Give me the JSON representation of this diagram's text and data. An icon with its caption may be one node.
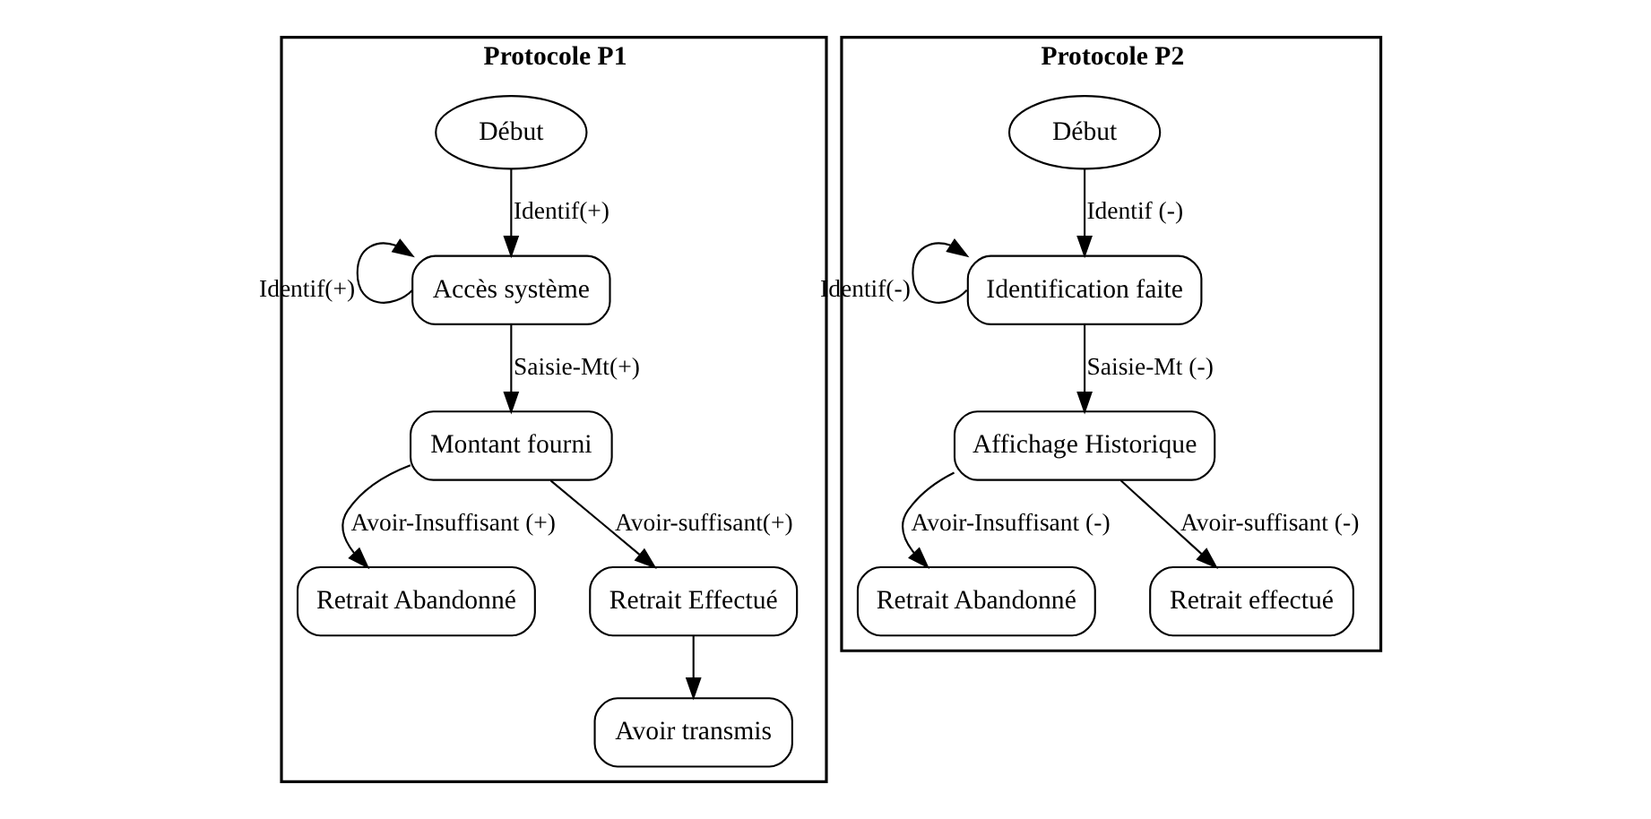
{
  "diagram": {
    "nodes": [
      {
        "text": [
          "Protocole P1"
        ]
      },
      {
        "text": [
          "Début"
        ],
        "in": 0
      },
      {
        "text": [
          "Accès système"
        ],
        "in": 0
      },
      {
        "text": [
          "Montant fourni"
        ],
        "in": 0
      },
      {
        "text": [
          "Retrait Abandonné"
        ],
        "in": 0
      },
      {
        "text": [
          "Retrait Effectué"
        ],
        "in": 0
      },
      {
        "text": [
          "Avoir transmis"
        ],
        "in": 0
      },
      {
        "text": [
          "Protocole P2"
        ]
      },
      {
        "text": [
          "Début"
        ],
        "in": 7
      },
      {
        "text": [
          "Identification faite"
        ],
        "in": 7
      },
      {
        "text": [
          "Affichage Historique"
        ],
        "in": 7
      },
      {
        "text": [
          "Retrait Abandonné"
        ],
        "in": 7
      },
      {
        "text": [
          "Retrait effectué"
        ],
        "in": 7
      }
    ],
    "edges": [
      {
        "from": 1,
        "to": 2,
        "arrow": "to",
        "label": "Identif(+)"
      },
      {
        "from": 2,
        "to": 2,
        "arrow": "to",
        "label": "Identif(+)"
      },
      {
        "from": 2,
        "to": 3,
        "arrow": "to",
        "label": "Saisie-Mt(+)"
      },
      {
        "from": 3,
        "to": 4,
        "arrow": "to",
        "label": "Avoir-Insuffisant (+)"
      },
      {
        "from": 3,
        "to": 5,
        "arrow": "to",
        "label": "Avoir-suffisant(+)"
      },
      {
        "from": 5,
        "to": 6,
        "arrow": "to"
      },
      {
        "from": 8,
        "to": 9,
        "arrow": "to",
        "label": "Identif (-)"
      },
      {
        "from": 9,
        "to": 9,
        "arrow": "to",
        "label": "Identif(-)"
      },
      {
        "from": 9,
        "to": 10,
        "arrow": "to",
        "label": "Saisie-Mt (-)"
      },
      {
        "from": 10,
        "to": 11,
        "arrow": "to",
        "label": "Avoir-Insuffisant (-)"
      },
      {
        "from": 10,
        "to": 12,
        "arrow": "to",
        "label": "Avoir-suffisant (-)"
      }
    ]
  }
}
